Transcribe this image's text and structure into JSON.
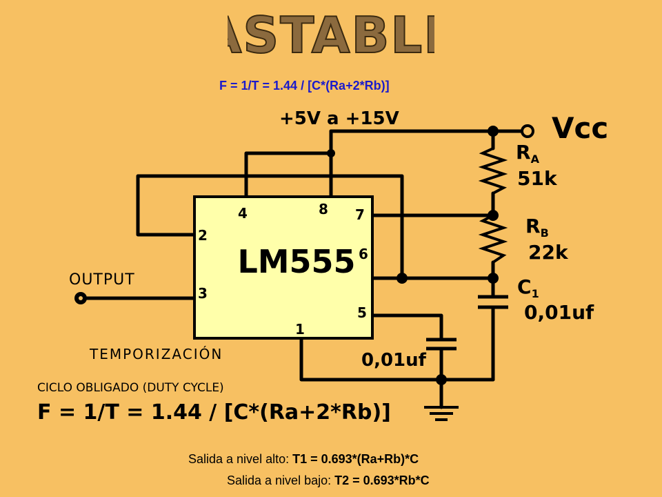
{
  "title": "ASTABLE",
  "formula_top": "F = 1/T = 1.44 / [C*(Ra+2*Rb)]",
  "circuit": {
    "supply_label": "+5V a +15V",
    "vcc_label": "Vcc",
    "chip_label": "LM555",
    "pins": [
      "4",
      "8",
      "7",
      "2",
      "6",
      "3",
      "5",
      "1"
    ],
    "ra_label": "R",
    "ra_sub": "A",
    "ra_value": "51k",
    "rb_label": "R",
    "rb_sub": "B",
    "rb_value": "22k",
    "c1_label": "C",
    "c1_sub": "1",
    "c1_value": "0,01uf",
    "c2_value": "0,01uf",
    "output_label": "OUTPUT",
    "timing_label": "TEMPORIZACIÓN",
    "duty_label": "CICLO OBLIGADO (DUTY CYCLE)",
    "formula_bottom": "F = 1/T = 1.44 / [C*(Ra+2*Rb)]"
  },
  "footer": {
    "high_label": "Salida a nivel alto: ",
    "high_formula": "T1 = 0.693*(Ra+Rb)*C",
    "low_label": "Salida a nivel bajo: ",
    "low_formula": "T2 = 0.693*Rb*C"
  },
  "colors": {
    "background": "#F7C062",
    "chip_fill": "#FFFFAA",
    "formula_blue": "#1a1acc",
    "title_fill": "#8B6A3E"
  }
}
